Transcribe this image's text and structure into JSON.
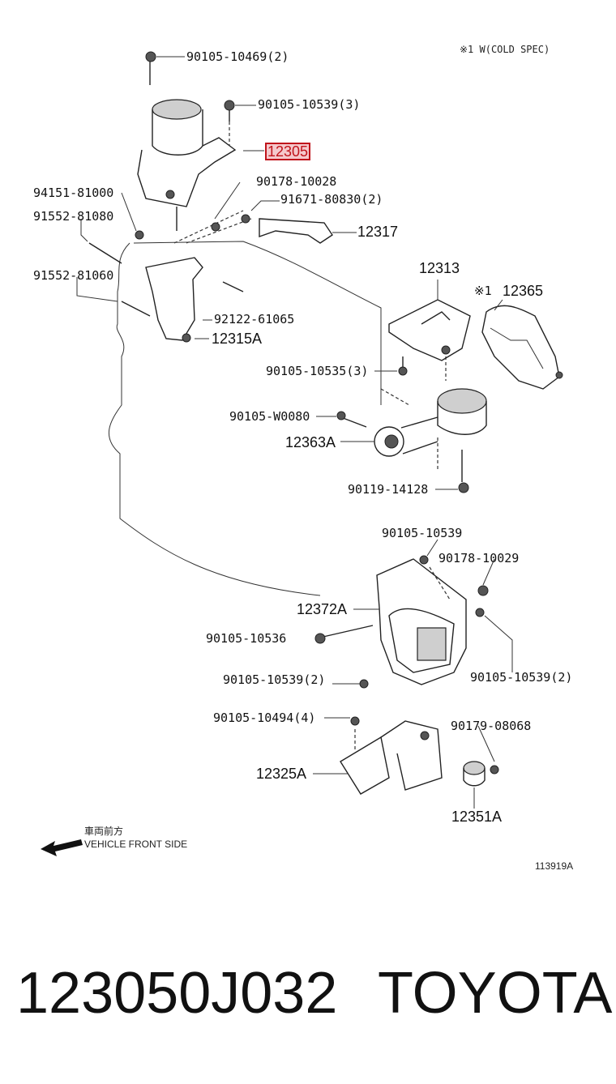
{
  "note_top": "※1 W(COLD SPEC)",
  "labels": {
    "p90105_10469": "90105-10469(2)",
    "p90105_10539_3": "90105-10539(3)",
    "p12305": "12305",
    "p90178_10028": "90178-10028",
    "p91671_80830": "91671-80830(2)",
    "p94151_81000": "94151-81000",
    "p91552_81080": "91552-81080",
    "p12317": "12317",
    "p91552_81060": "91552-81060",
    "p12313": "12313",
    "mark_1": "※1",
    "p12365": "12365",
    "p92122_61065": "92122-61065",
    "p12315A": "12315A",
    "p90105_10535": "90105-10535(3)",
    "p90105_W0080": "90105-W0080",
    "p12363A": "12363A",
    "p90119_14128": "90119-14128",
    "p90105_10539": "90105-10539",
    "p90178_10029": "90178-10029",
    "p12372A": "12372A",
    "p90105_10536": "90105-10536",
    "p90105_10539_2a": "90105-10539(2)",
    "p90105_10539_2b": "90105-10539(2)",
    "p90105_10494": "90105-10494(4)",
    "p90179_08068": "90179-08068",
    "p12325A": "12325A",
    "p12351A": "12351A"
  },
  "front_label": {
    "jp": "車両前方",
    "en": "VEHICLE FRONT SIDE"
  },
  "figure_id": "113919A",
  "footer": {
    "part_number": "123050J032",
    "brand": "TOYOTA"
  }
}
